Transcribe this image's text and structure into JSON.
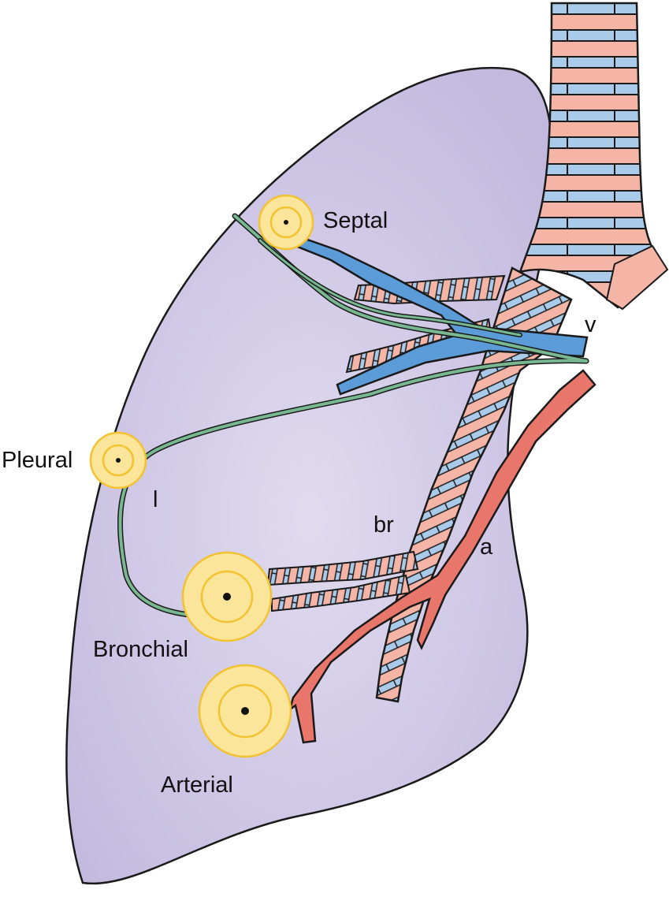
{
  "labels": {
    "septal": "Septal",
    "pleural": "Pleural",
    "bronchial": "Bronchial",
    "arterial": "Arterial",
    "vein": "v",
    "lymphatic": "l",
    "bronchus": "br",
    "artery": "a"
  },
  "colors": {
    "lung": "#d2cbe6",
    "outline": "#1a1a1a",
    "cartilage_ring": "#a9cbe9",
    "airway_wall": "#f4b5a6",
    "vein": "#5b9bd8",
    "lymphatic": "#78b890",
    "artery": "#e9766a",
    "granuloma_outer": "#fbe59a",
    "granuloma_ring": "#f2c230"
  }
}
